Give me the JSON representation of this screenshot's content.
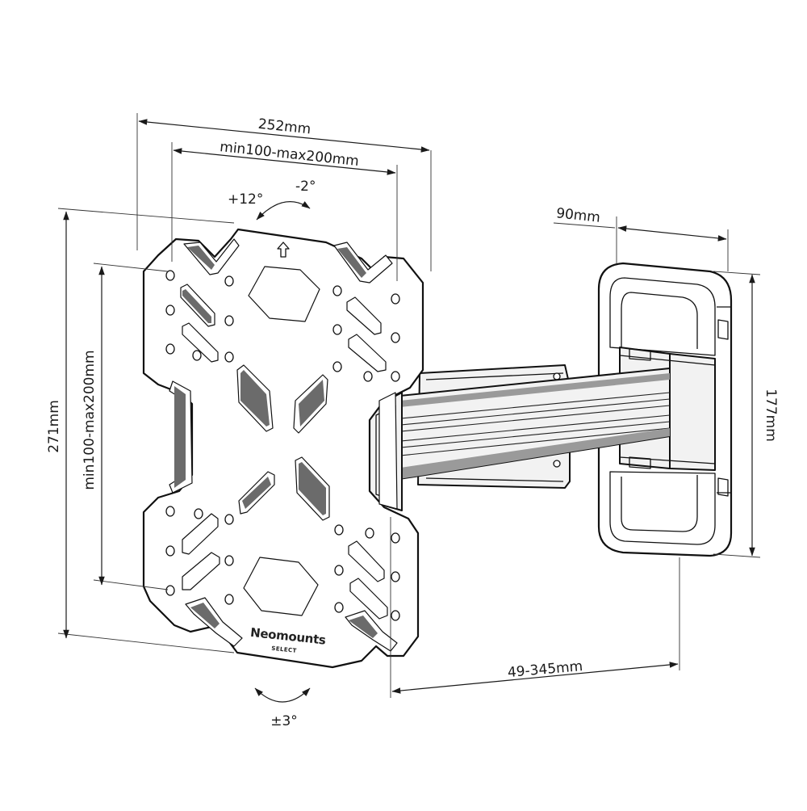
{
  "diagram": {
    "dimensions": {
      "plate_width": "252mm",
      "vesa_horizontal": "min100-max200mm",
      "plate_height": "271mm",
      "vesa_vertical": "min100-max200mm",
      "wall_plate_depth": "90mm",
      "wall_plate_height": "177mm",
      "arm_extension": "49-345mm"
    },
    "tilt": {
      "up": "+12°",
      "down": "-2°"
    },
    "rotation": "±3°",
    "brand": {
      "name": "Neomounts",
      "line": "SELECT"
    }
  }
}
